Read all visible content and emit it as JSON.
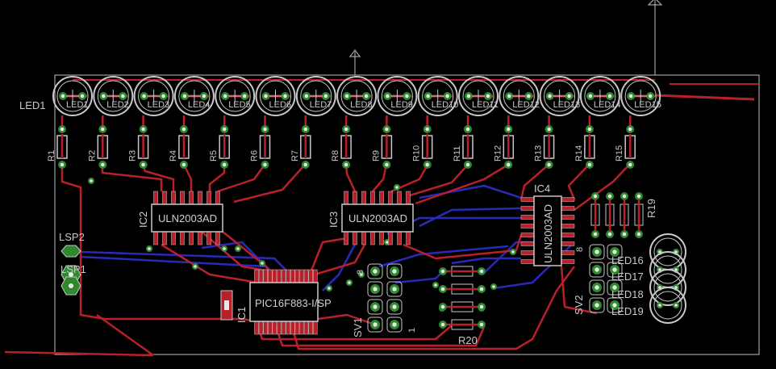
{
  "board": {
    "colors": {
      "background": "#000000",
      "outline": "#c0c0c0",
      "top_trace": "#b8202a",
      "bottom_trace": "#2a2ab8",
      "pad": "#2f8a2f",
      "drill": "#e8e8e8",
      "silk": "#c8c8c8"
    }
  },
  "leds": [
    {
      "name": "LED1"
    },
    {
      "name": "LED2"
    },
    {
      "name": "LED3"
    },
    {
      "name": "LED4"
    },
    {
      "name": "LED5"
    },
    {
      "name": "LED6"
    },
    {
      "name": "LED7"
    },
    {
      "name": "LED8"
    },
    {
      "name": "LED9"
    },
    {
      "name": "LED10"
    },
    {
      "name": "LED11"
    },
    {
      "name": "LED12"
    },
    {
      "name": "LED13"
    },
    {
      "name": "LED14"
    },
    {
      "name": "LED15"
    }
  ],
  "resistors": [
    "R1",
    "R2",
    "R3",
    "R4",
    "R5",
    "R6",
    "R7",
    "R8",
    "R9",
    "R10",
    "R11",
    "R12",
    "R13",
    "R14",
    "R15"
  ],
  "chips": {
    "ic2": {
      "ref": "IC2",
      "part": "ULN2003AD"
    },
    "ic3": {
      "ref": "IC3",
      "part": "ULN2003AD"
    },
    "ic4": {
      "ref": "IC4",
      "part": "ULN2003AD",
      "pin": "8"
    },
    "ic1": {
      "ref": "IC1",
      "part": "PIC16F883-I/SP"
    }
  },
  "connectors": {
    "sv1": {
      "ref": "SV1",
      "pin_a": "8",
      "pin_b": "1"
    },
    "sv2": {
      "ref": "SV2"
    },
    "lsp1": "LSP1",
    "lsp2": "LSP2"
  },
  "extra": {
    "r19": "R19",
    "r20": "R20",
    "leds_right": [
      "LED16",
      "LED17",
      "LED18",
      "LED19"
    ]
  }
}
